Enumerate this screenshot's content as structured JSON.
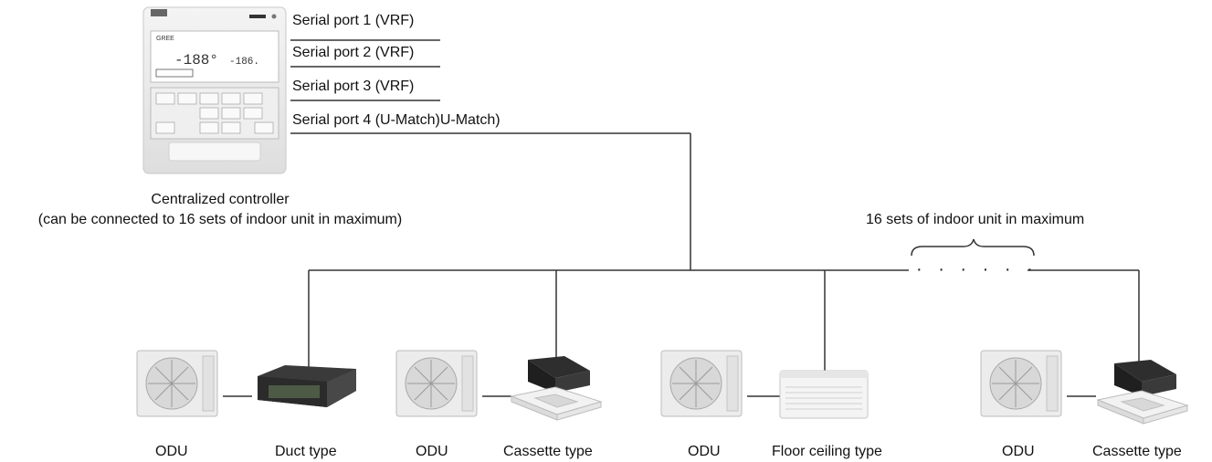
{
  "controller": {
    "ports": [
      "Serial port 1 (VRF)",
      "Serial port 2 (VRF)",
      "Serial port 3 (VRF)",
      "Serial port 4 (U-Match)U-Match)"
    ],
    "caption_line1": "Centralized controller",
    "caption_line2": "(can be connected to 16 sets of indoor unit in maximum)"
  },
  "max_note": "16 sets of indoor unit in maximum",
  "ellipsis": "· · · · · ·",
  "units": [
    {
      "odu_label": "ODU",
      "indoor_label": "Duct type",
      "indoor_icon": "duct-unit-icon"
    },
    {
      "odu_label": "ODU",
      "indoor_label": "Cassette type",
      "indoor_icon": "cassette-unit-icon"
    },
    {
      "odu_label": "ODU",
      "indoor_label": "Floor ceiling type",
      "indoor_icon": "floor-ceiling-unit-icon"
    },
    {
      "odu_label": "ODU",
      "indoor_label": "Cassette type",
      "indoor_icon": "cassette-unit-icon"
    }
  ]
}
